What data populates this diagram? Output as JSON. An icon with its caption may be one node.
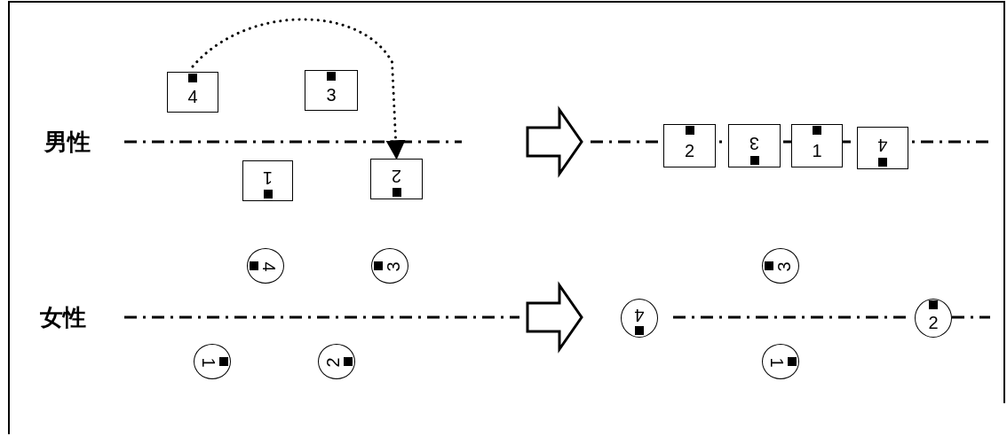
{
  "diagram": {
    "nodes": [
      {
        "text": [
          "4"
        ]
      },
      {
        "text": [
          "3"
        ]
      },
      {
        "text": [
          "1"
        ]
      },
      {
        "text": [
          "2"
        ]
      },
      {
        "text": [
          "2"
        ]
      },
      {
        "text": [
          "3"
        ]
      },
      {
        "text": [
          "1"
        ]
      },
      {
        "text": [
          "4"
        ]
      },
      {
        "text": [
          "4"
        ]
      },
      {
        "text": [
          "3"
        ]
      },
      {
        "text": [
          "1"
        ]
      },
      {
        "text": [
          "2"
        ]
      },
      {
        "text": [
          "3"
        ]
      },
      {
        "text": [
          "4"
        ]
      },
      {
        "text": [
          "2"
        ]
      },
      {
        "text": [
          "1"
        ]
      }
    ],
    "edges": [
      {
        "from": 0,
        "to": 3,
        "arrow": "to",
        "style": "dashed"
      }
    ],
    "labels": [
      "男性",
      "女性"
    ]
  }
}
